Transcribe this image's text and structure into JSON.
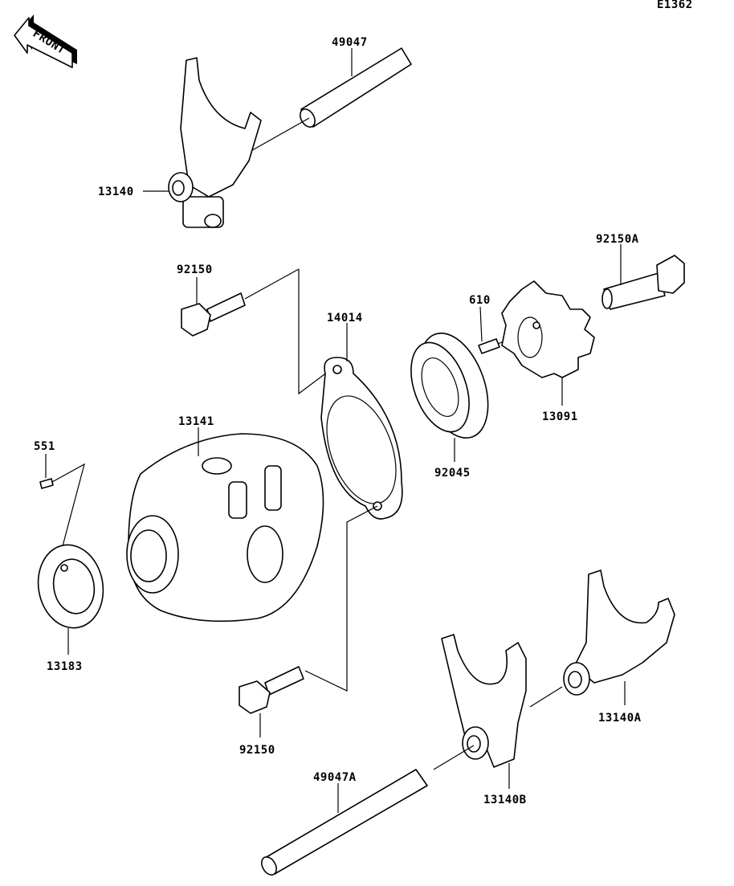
{
  "diagram_code": "E1362",
  "front_badge": "FRONT",
  "parts": [
    {
      "id": "shift-rod-upper",
      "number": "49047"
    },
    {
      "id": "shift-fork-upper",
      "number": "13140"
    },
    {
      "id": "bolt-upper",
      "number": "92150"
    },
    {
      "id": "holder-plate",
      "number": "14014"
    },
    {
      "id": "pin",
      "number": "610"
    },
    {
      "id": "bolt-right",
      "number": "92150A"
    },
    {
      "id": "shift-drum-cam",
      "number": "13091"
    },
    {
      "id": "shift-drum",
      "number": "13141"
    },
    {
      "id": "pin-small",
      "number": "551"
    },
    {
      "id": "ball-bearing",
      "number": "92045"
    },
    {
      "id": "washer-plate",
      "number": "13183"
    },
    {
      "id": "bolt-lower",
      "number": "92150"
    },
    {
      "id": "shift-fork-a",
      "number": "13140A"
    },
    {
      "id": "shift-rod-lower",
      "number": "49047A"
    },
    {
      "id": "shift-fork-b",
      "number": "13140B"
    }
  ]
}
